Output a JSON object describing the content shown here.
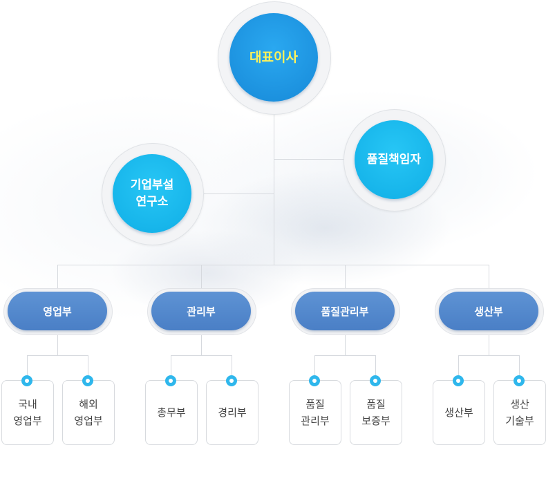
{
  "top": {
    "ceo": "대표이사",
    "quality_officer": "품질책임자",
    "research_lab": "기업부설\n연구소"
  },
  "departments": [
    {
      "label": "영업부",
      "teams": [
        "국내\n영업부",
        "해외\n영업부"
      ]
    },
    {
      "label": "관리부",
      "teams": [
        "총무부",
        "경리부"
      ]
    },
    {
      "label": "품질관리부",
      "teams": [
        "품질\n관리부",
        "품질\n보증부"
      ]
    },
    {
      "label": "생산부",
      "teams": [
        "생산부",
        "생산\n기술부"
      ]
    }
  ],
  "colors": {
    "ceo_circle": "#1e96e3",
    "ceo_text": "#fff35a",
    "sub_circle": "#13b4ea",
    "dept_pill": "#5289cc",
    "connector_dot": "#2fb7ec",
    "line": "#d6d9de"
  }
}
